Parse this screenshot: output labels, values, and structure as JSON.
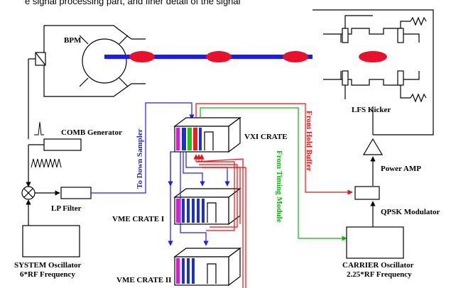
{
  "caption_fragment": "e signal processing part, and finer detail of the signal",
  "labels": {
    "bpm": "BPM",
    "lfs_kicker": "LFS Kicker",
    "comb_generator": "COMB Generator",
    "lp_filter": "LP Filter",
    "system_osc_1": "SYSTEM Oscillator",
    "system_osc_2": "6*RF Frequency",
    "vxi_crate": "VXI CRATE",
    "vme_crate_1": "VME CRATE I",
    "vme_crate_2": "VME CRATE II",
    "to_down_sampler": "To Down Sampler",
    "from_timing_module": "From Timing Module",
    "from_hold_buffer": "From Hold Buffer",
    "power_amp": "Power AMP",
    "qpsk_modulator": "QPSK Modulator",
    "carrier_osc_1": "CARRIER Oscillator",
    "carrier_osc_2": "2.25*RF Frequency"
  },
  "colors": {
    "beam": "#1a1aff",
    "bunch": "#e8102a",
    "signal_blue": "#2020e0",
    "signal_green": "#10b010",
    "signal_red": "#e81010",
    "module_magenta": "#d020d0",
    "module_green": "#20c020",
    "module_red": "#e82020",
    "module_blue": "#2030c0"
  }
}
